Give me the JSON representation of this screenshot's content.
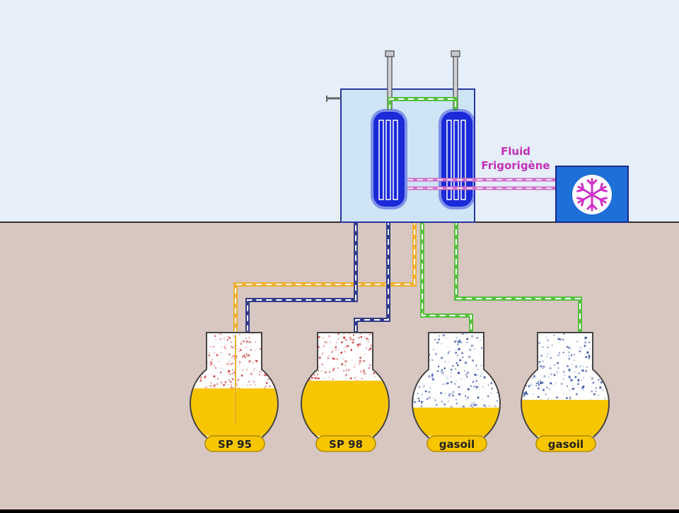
{
  "refrigerant": {
    "label_line1": "Fluid",
    "label_line2": "Frigorigène"
  },
  "tanks": [
    {
      "label": "SP 95",
      "fill_level": 0.42,
      "vapor_dot_color": "#d03030"
    },
    {
      "label": "SP 98",
      "fill_level": 0.5,
      "vapor_dot_color": "#d03030"
    },
    {
      "label": "gasoil",
      "fill_level": 0.22,
      "vapor_dot_color": "#2040a0"
    },
    {
      "label": "gasoil",
      "fill_level": 0.3,
      "vapor_dot_color": "#2040a0"
    }
  ],
  "colors": {
    "sky": "#e6eefa",
    "ground": "#d8c6c1",
    "unit_box": "#cfe5f5",
    "fuel": "#f7c600",
    "line_orange": "#f0b030",
    "line_navy": "#303b8a",
    "line_green": "#58c040",
    "line_pink": "#d070c8",
    "condenser_blue": "#1a2ad8",
    "cold_unit": "#1f6fd8",
    "snowflake": "#d030c8"
  },
  "icons": {
    "cold_unit": "snowflake-icon"
  }
}
